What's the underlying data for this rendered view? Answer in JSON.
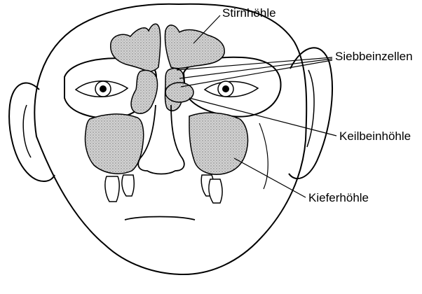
{
  "labels": {
    "frontal_sinus": "Stirnhöhle",
    "ethmoid_cells": "Siebbeinzellen",
    "sphenoid_sinus": "Keilbeinhöhle",
    "maxillary_sinus": "Kieferhöhle"
  },
  "colors": {
    "line": "#000000",
    "sinus_fill": "#cfcfcf",
    "background": "#ffffff"
  }
}
